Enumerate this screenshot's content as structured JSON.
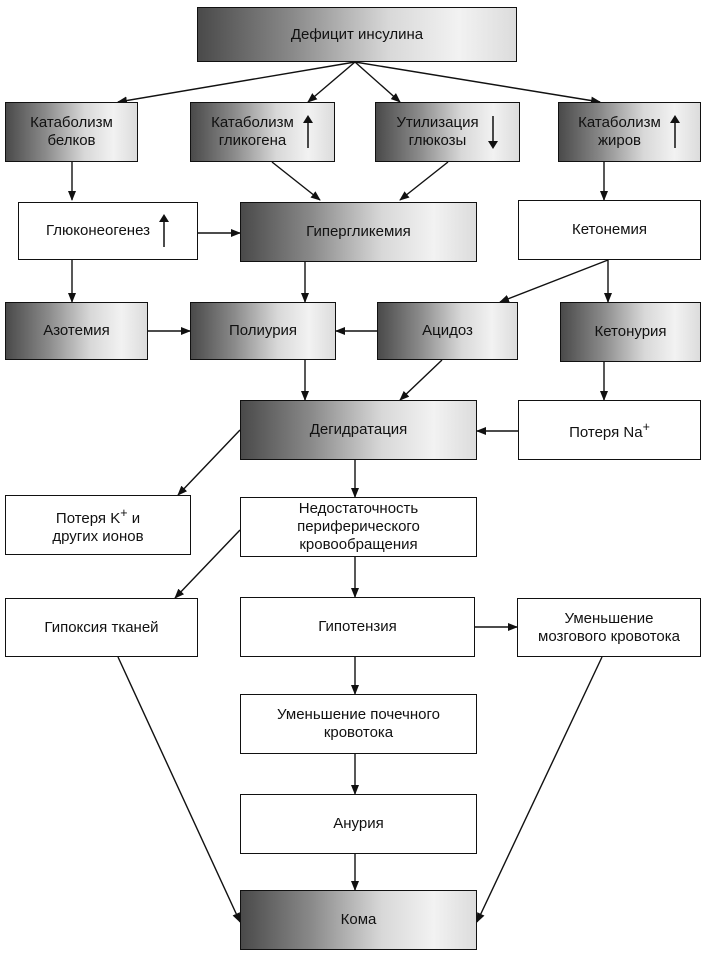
{
  "nodes": {
    "insulin_deficit": "Дефицит инсулина",
    "protein_catabolism": "Катаболизм\nбелков",
    "glycogen_catabolism": "Катаболизм\nгликогена",
    "glucose_utilization": "Утилизация\nглюкозы",
    "fat_catabolism": "Катаболизм\nжиров",
    "gluconeogenesis": "Глюконеогенез",
    "hyperglycemia": "Гипергликемия",
    "ketonemia": "Кетонемия",
    "azotemia": "Азотемия",
    "polyuria": "Полиурия",
    "acidosis": "Ацидоз",
    "ketonuria": "Кетонурия",
    "dehydration": "Дегидратация",
    "sodium_loss": "Потеря Na",
    "sodium_sup": "+",
    "potassium_loss_a": "Потеря K",
    "potassium_sup": "+",
    "potassium_loss_b": " и\nдругих ионов",
    "circulatory_failure": "Недостаточность\nпериферического\nкровообращения",
    "tissue_hypoxia": "Гипоксия тканей",
    "hypotension": "Гипотензия",
    "cerebral_flow_decrease": "Уменьшение\nмозгового кровотока",
    "renal_flow_decrease": "Уменьшение почечного\nкровотока",
    "anuria": "Анурия",
    "coma": "Кома"
  },
  "indicators": {
    "glycogen_catabolism": "up-arrow",
    "glucose_utilization": "down-arrow",
    "fat_catabolism": "up-arrow",
    "gluconeogenesis": "up-arrow"
  }
}
